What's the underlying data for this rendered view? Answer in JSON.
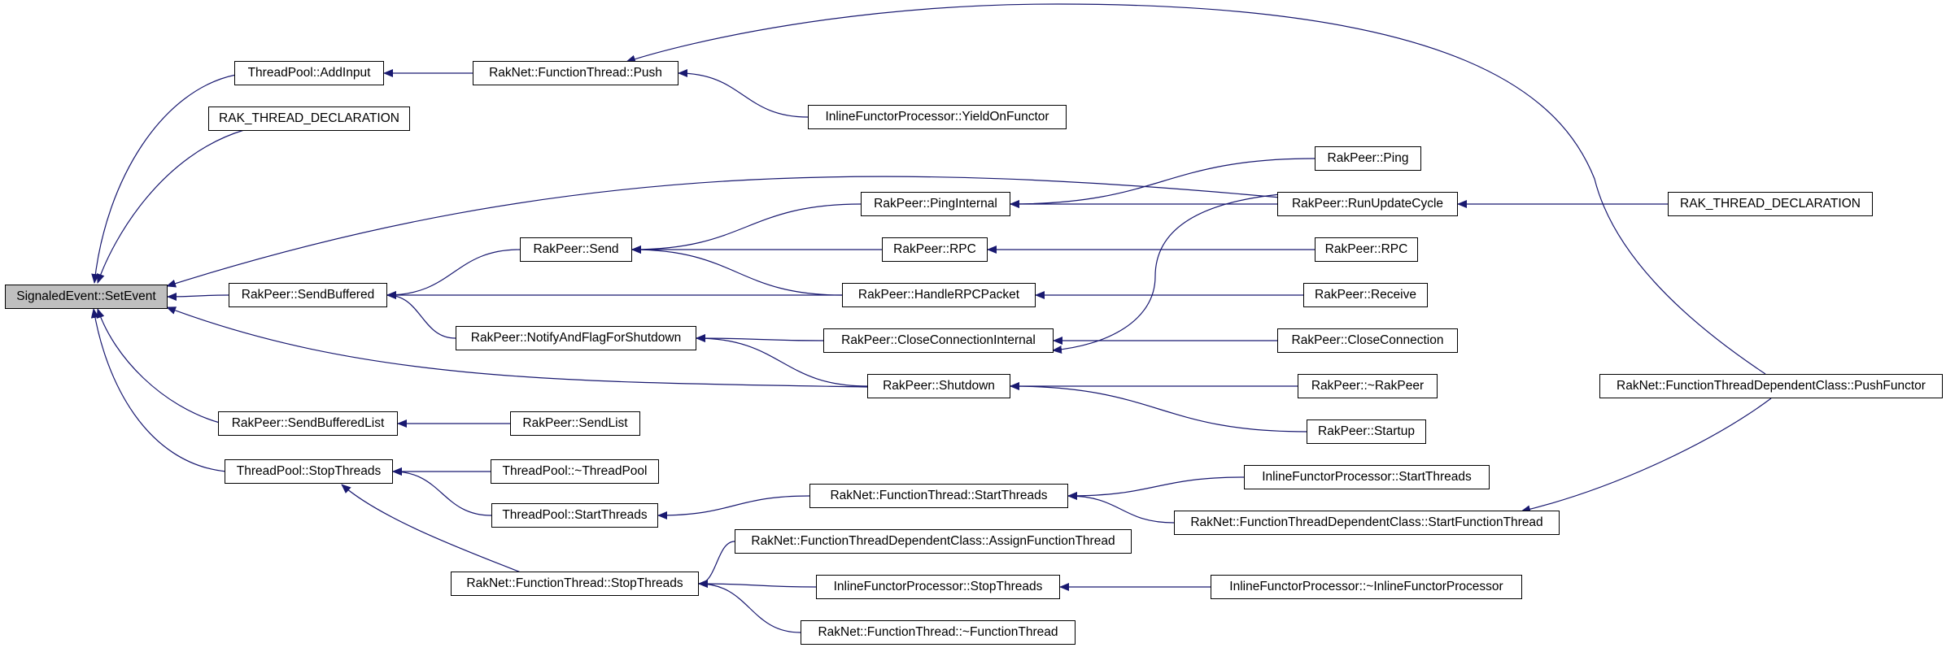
{
  "graph": {
    "root_color": "#bfbfbf",
    "edge_color": "#191970",
    "nodes": [
      {
        "id": "root",
        "label": "SignaledEvent::SetEvent",
        "root": true
      },
      {
        "id": "n1",
        "label": "ThreadPool::AddInput"
      },
      {
        "id": "n2",
        "label": "RAK_THREAD_DECLARATION"
      },
      {
        "id": "n3",
        "label": "RakPeer::SendBuffered"
      },
      {
        "id": "n4",
        "label": "RakPeer::SendBufferedList"
      },
      {
        "id": "n5",
        "label": "ThreadPool::StopThreads"
      },
      {
        "id": "n6",
        "label": "RakNet::FunctionThread::Push"
      },
      {
        "id": "n7",
        "label": "InlineFunctorProcessor::YieldOnFunctor"
      },
      {
        "id": "n8",
        "label": "RakPeer::Send"
      },
      {
        "id": "n9",
        "label": "RakPeer::NotifyAndFlagForShutdown"
      },
      {
        "id": "n10",
        "label": "RakPeer::SendList"
      },
      {
        "id": "n11",
        "label": "ThreadPool::~ThreadPool"
      },
      {
        "id": "n12",
        "label": "ThreadPool::StartThreads"
      },
      {
        "id": "n13",
        "label": "RakNet::FunctionThread::StopThreads"
      },
      {
        "id": "n14",
        "label": "RakPeer::PingInternal"
      },
      {
        "id": "n15",
        "label": "RakPeer::RPC"
      },
      {
        "id": "n16",
        "label": "RakPeer::HandleRPCPacket"
      },
      {
        "id": "n17",
        "label": "RakPeer::CloseConnectionInternal"
      },
      {
        "id": "n18",
        "label": "RakPeer::Shutdown"
      },
      {
        "id": "n19",
        "label": "RakNet::FunctionThread::StartThreads"
      },
      {
        "id": "n20",
        "label": "RakNet::FunctionThreadDependentClass::AssignFunctionThread"
      },
      {
        "id": "n21",
        "label": "InlineFunctorProcessor::StopThreads"
      },
      {
        "id": "n22",
        "label": "RakNet::FunctionThread::~FunctionThread"
      },
      {
        "id": "n23",
        "label": "RakPeer::Ping"
      },
      {
        "id": "n24",
        "label": "RakPeer::RunUpdateCycle"
      },
      {
        "id": "n25",
        "label": "RakPeer::RPC"
      },
      {
        "id": "n26",
        "label": "RakPeer::Receive"
      },
      {
        "id": "n27",
        "label": "RakPeer::CloseConnection"
      },
      {
        "id": "n28",
        "label": "RakPeer::~RakPeer"
      },
      {
        "id": "n29",
        "label": "RakPeer::Startup"
      },
      {
        "id": "n30",
        "label": "InlineFunctorProcessor::StartThreads"
      },
      {
        "id": "n31",
        "label": "RakNet::FunctionThreadDependentClass::StartFunctionThread"
      },
      {
        "id": "n32",
        "label": "InlineFunctorProcessor::~InlineFunctorProcessor"
      },
      {
        "id": "n33",
        "label": "RAK_THREAD_DECLARATION"
      },
      {
        "id": "n34",
        "label": "RakNet::FunctionThreadDependentClass::PushFunctor"
      }
    ],
    "edges": [
      {
        "from": "n1",
        "to": "root"
      },
      {
        "from": "n2",
        "to": "root"
      },
      {
        "from": "n3",
        "to": "root"
      },
      {
        "from": "n4",
        "to": "root"
      },
      {
        "from": "n5",
        "to": "root"
      },
      {
        "from": "n24",
        "to": "root"
      },
      {
        "from": "n18",
        "to": "root"
      },
      {
        "from": "n6",
        "to": "n1"
      },
      {
        "from": "n7",
        "to": "n6"
      },
      {
        "from": "n34",
        "to": "n6"
      },
      {
        "from": "n8",
        "to": "n3"
      },
      {
        "from": "n9",
        "to": "n3"
      },
      {
        "from": "n16",
        "to": "n3"
      },
      {
        "from": "n10",
        "to": "n4"
      },
      {
        "from": "n11",
        "to": "n5"
      },
      {
        "from": "n12",
        "to": "n5"
      },
      {
        "from": "n13",
        "to": "n5"
      },
      {
        "from": "n14",
        "to": "n8"
      },
      {
        "from": "n15",
        "to": "n8"
      },
      {
        "from": "n16",
        "to": "n8"
      },
      {
        "from": "n17",
        "to": "n9"
      },
      {
        "from": "n18",
        "to": "n9"
      },
      {
        "from": "n19",
        "to": "n12"
      },
      {
        "from": "n20",
        "to": "n13"
      },
      {
        "from": "n21",
        "to": "n13"
      },
      {
        "from": "n22",
        "to": "n13"
      },
      {
        "from": "n23",
        "to": "n14"
      },
      {
        "from": "n24",
        "to": "n14"
      },
      {
        "from": "n25",
        "to": "n15"
      },
      {
        "from": "n26",
        "to": "n16"
      },
      {
        "from": "n24",
        "to": "n17"
      },
      {
        "from": "n27",
        "to": "n17"
      },
      {
        "from": "n28",
        "to": "n18"
      },
      {
        "from": "n29",
        "to": "n18"
      },
      {
        "from": "n30",
        "to": "n19"
      },
      {
        "from": "n31",
        "to": "n19"
      },
      {
        "from": "n32",
        "to": "n21"
      },
      {
        "from": "n33",
        "to": "n24"
      },
      {
        "from": "n34",
        "to": "n31"
      }
    ]
  }
}
